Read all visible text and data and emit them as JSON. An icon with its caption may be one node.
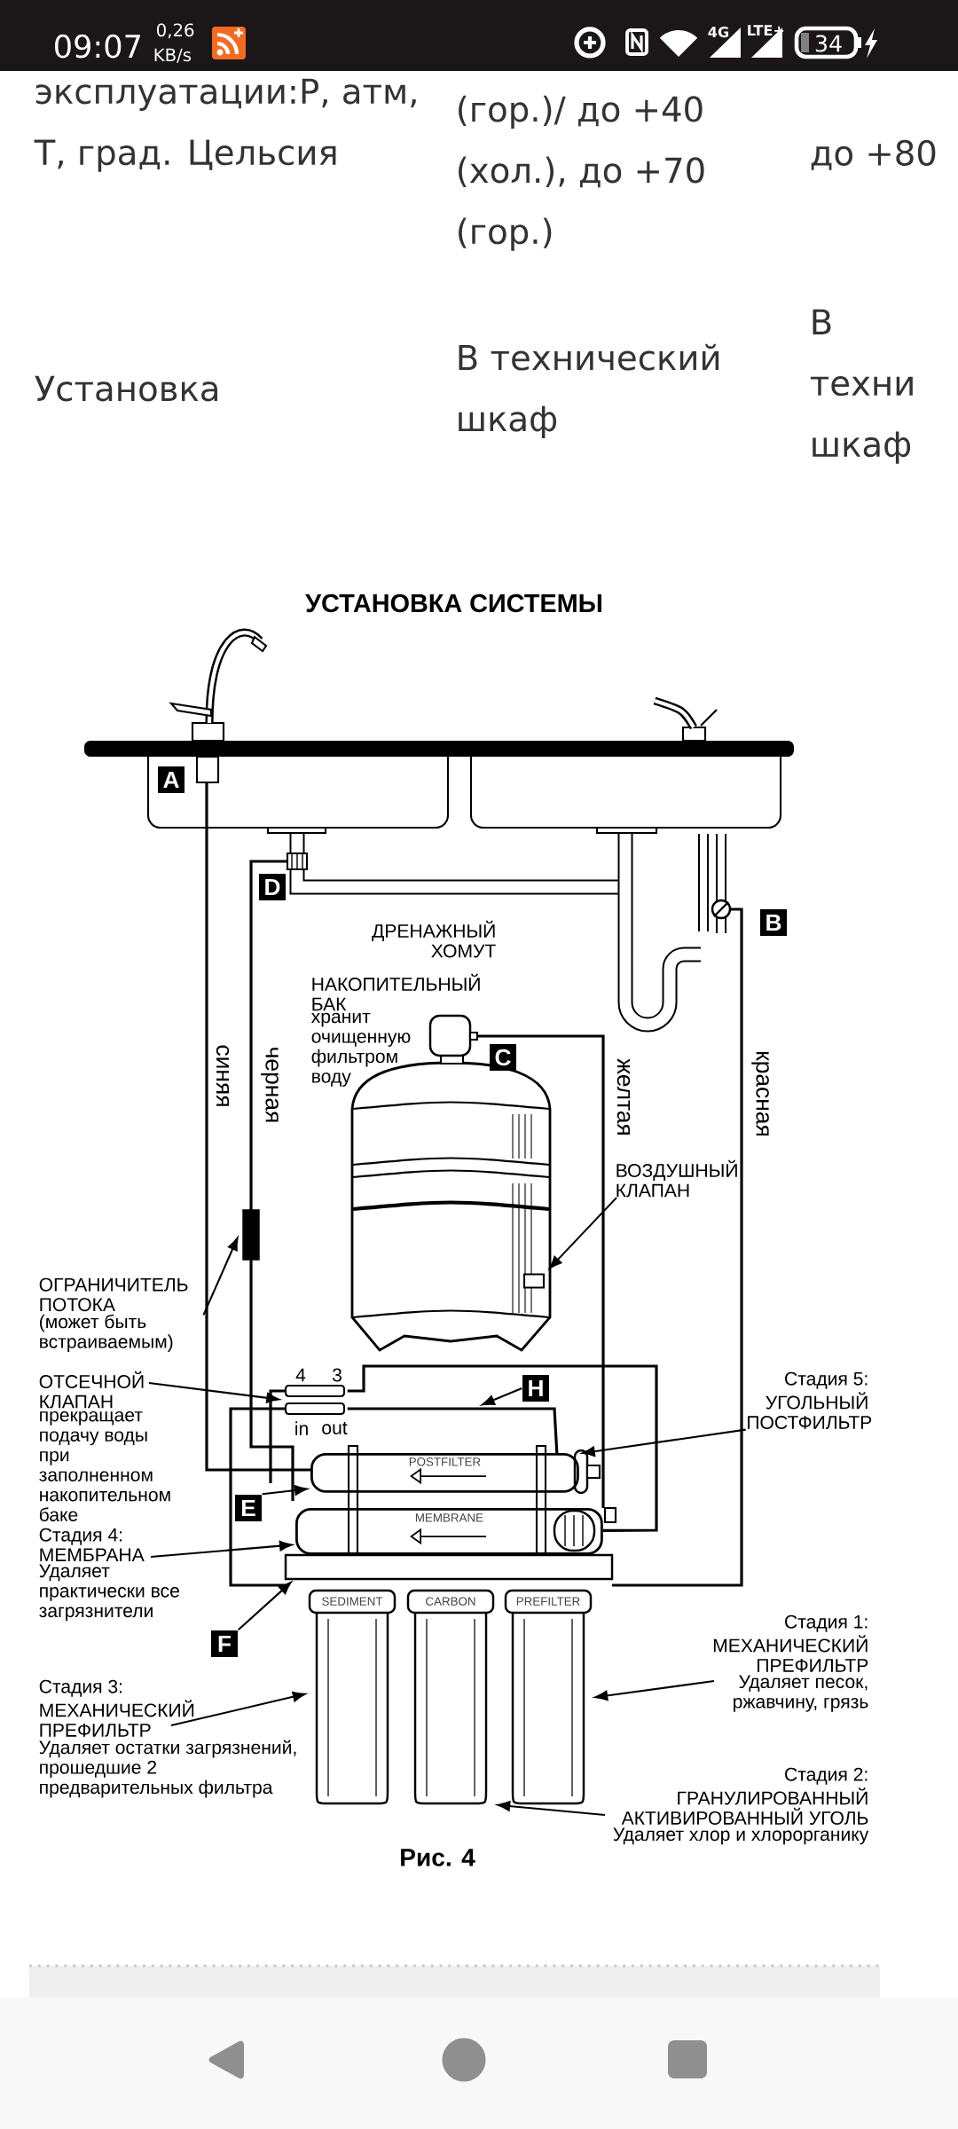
{
  "diagram": {
    "title": "УСТАНОВКА СИСТЕМЫ",
    "nodes": [
      {
        "text": [
          "ОГРАНИЧИТЕЛЬ ПОТОКА",
          "(может быть встраиваемым)"
        ]
      },
      {
        "text": [],
        "shape": "bar"
      },
      {
        "text": [
          "ОТСЕЧНОЙ КЛАПАН",
          "прекращает подачу воды при заполненном накопительном баке"
        ]
      },
      {
        "text": [],
        "shape": "picture",
        "beside": [
          "4",
          "3",
          "in",
          "out"
        ]
      },
      {
        "text": [
          "ВОЗДУШНЫЙ КЛАПАН"
        ]
      },
      {
        "text": [],
        "shape": "box"
      },
      {
        "text": [
          "H"
        ]
      },
      {
        "text": [
          "E"
        ]
      },
      {
        "text": [
          "F"
        ]
      },
      {
        "text": [
          "Стадия 5:",
          "УГОЛЬНЫЙ ПОСТФИЛЬТР"
        ]
      },
      {
        "text": [
          "POSTFILTER"
        ]
      },
      {
        "text": [
          "Стадия 4: МЕМБРАНА",
          "Удаляет практически все загрязнители"
        ]
      },
      {
        "text": [
          "MEMBRANE"
        ]
      },
      {
        "text": [
          "Стадия 1: МЕХАНИЧЕСКИЙ ПРЕФИЛЬТР",
          "Удаляет песок, ржавчину, грязь"
        ]
      },
      {
        "text": [
          "PREFILTER"
        ]
      },
      {
        "text": [
          "Стадия 2: ГРАНУЛИРОВАННЫЙ АКТИВИРОВАННЫЙ УГОЛЬ",
          "Удаляет хлор и хлорорганику"
        ]
      },
      {
        "text": [
          "CARBON"
        ]
      },
      {
        "text": [
          "Стадия 3: МЕХАНИЧЕСКИЙ ПРЕФИЛЬТР",
          "Удаляет остатки загрязнений, прошедшие 2 предварительных фильтра"
        ]
      },
      {
        "text": [
          "SEDIMENT"
        ]
      },
      {
        "text": [
          "A"
        ]
      },
      {
        "text": [
          "D"
        ]
      },
      {
        "text": [
          "B"
        ]
      },
      {
        "text": [
          "C"
        ]
      },
      {
        "text": [],
        "shape": "bar"
      }
    ],
    "edges": [
      {
        "from": 0,
        "to": 1,
        "arrow": "to"
      },
      {
        "from": 2,
        "to": 3,
        "arrow": "to"
      },
      {
        "from": 4,
        "to": 5,
        "arrow": "to"
      },
      {
        "from": 6,
        "to": null,
        "arrow": "to"
      },
      {
        "from": 7,
        "to": 10,
        "arrow": "to"
      },
      {
        "from": 8,
        "to": 23,
        "arrow": "to"
      },
      {
        "from": 9,
        "to": 10,
        "arrow": "to"
      },
      {
        "from": 11,
        "to": 12,
        "arrow": "to"
      },
      {
        "from": 13,
        "to": 14,
        "arrow": "to"
      },
      {
        "from": 15,
        "to": 16,
        "arrow": "to"
      },
      {
        "from": 17,
        "to": 18,
        "arrow": "to"
      },
      {
        "from": 3,
        "to": 10,
        "arrow": "none"
      },
      {
        "from": 3,
        "to": 12,
        "arrow": "none"
      }
    ],
    "labels": [
      "09:07",
      "0,26",
      "KB/s",
      "4G",
      "LTE+",
      "34",
      "эксплуатации:Р, атм, Т, град. Цельсия",
      "(гор.)/ до +40 (хол.), до +70 (гор.)",
      "до +80",
      "Установка",
      "В технический шкаф",
      "В техни шкаф",
      "ДРЕНАЖНЫЙ ХОМУТ",
      "НАКОПИТЕЛЬНЫЙ БАК",
      "синяя",
      "черная",
      "хранит очищенную фильтром воду",
      "желтая",
      "красная",
      "Рис. 4"
    ]
  }
}
